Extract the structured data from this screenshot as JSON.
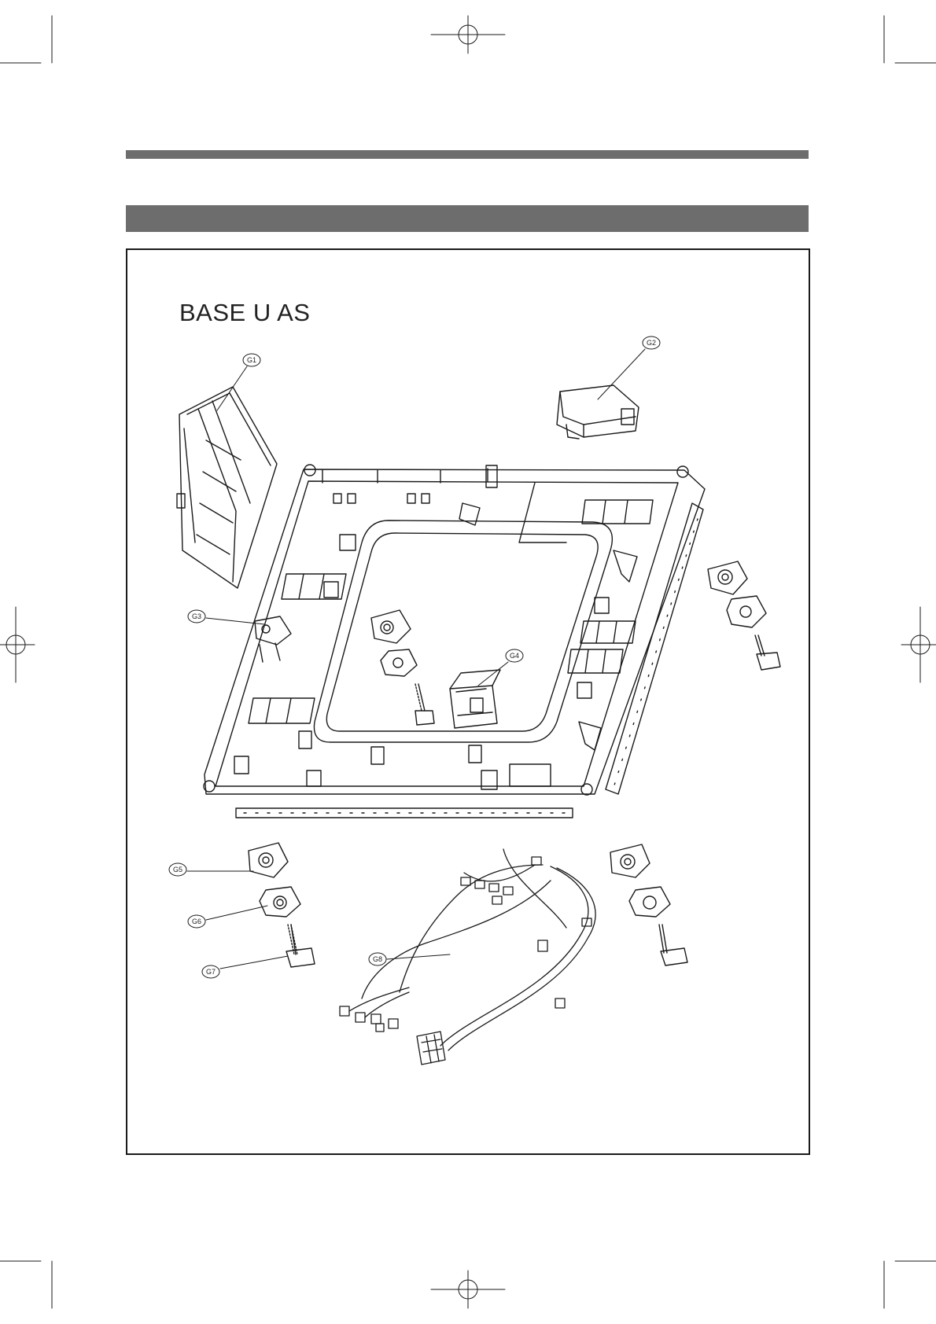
{
  "page": {
    "title": "BASE U AS"
  },
  "callouts": [
    {
      "id": "g1",
      "label": "G1"
    },
    {
      "id": "g2",
      "label": "G2"
    },
    {
      "id": "g3",
      "label": "G3"
    },
    {
      "id": "g4",
      "label": "G4"
    },
    {
      "id": "g5",
      "label": "G5"
    },
    {
      "id": "g6",
      "label": "G6"
    },
    {
      "id": "g7",
      "label": "G7"
    },
    {
      "id": "g8",
      "label": "G8"
    }
  ],
  "colors": {
    "bar": "#6d6d6d",
    "line": "#1a1a1a"
  }
}
